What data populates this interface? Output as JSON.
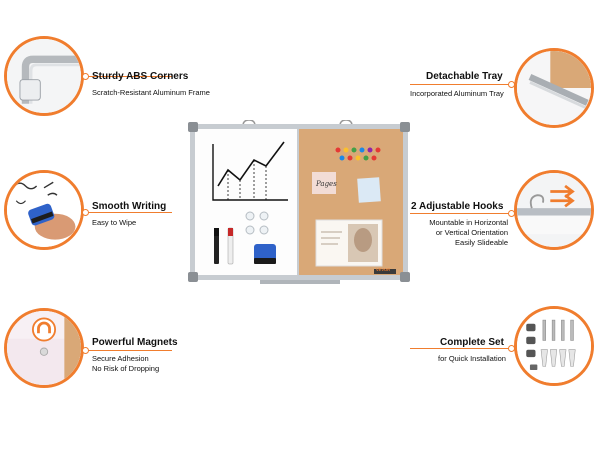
{
  "features": {
    "corners": {
      "title": "Sturdy ABS Corners",
      "subtitle": [
        "Scratch-Resistant Aluminum Frame"
      ],
      "icon": "corner-icon"
    },
    "writing": {
      "title": "Smooth Writing",
      "subtitle": [
        "Easy to Wipe"
      ],
      "icon": "eraser-hand-icon"
    },
    "magnets": {
      "title": "Powerful Magnets",
      "subtitle": [
        "Secure Adhesion",
        "No Risk of Dropping"
      ],
      "icon": "magnet-icon"
    },
    "tray": {
      "title": "Detachable Tray",
      "subtitle": [
        "Incorporated Aluminum Tray"
      ],
      "icon": "tray-icon"
    },
    "hooks": {
      "title": "2 Adjustable Hooks",
      "subtitle": [
        "Mountable in Horizontal",
        "or Vertical Orientation",
        "Easily Slideable"
      ],
      "icon": "hook-icon"
    },
    "set": {
      "title": "Complete Set",
      "subtitle": [
        "for Quick Installation"
      ],
      "icon": "screws-icon"
    }
  },
  "board": {
    "sticky_note": "Pages",
    "brand_label": "VEVOR"
  },
  "colors": {
    "accent": "#f07d2e",
    "cork": "#d9a877",
    "frame": "#b9bec4"
  }
}
